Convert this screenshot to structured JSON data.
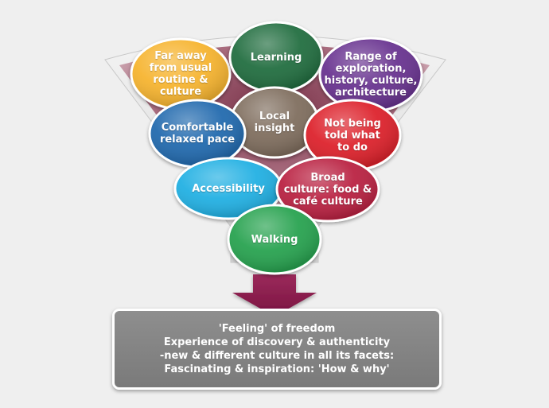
{
  "colors": {
    "background": "#efefef",
    "funnel_outer": "#dcdcdc",
    "funnel_inner": "#a06273",
    "arrow": "#8c1d4e",
    "box": "#858585"
  },
  "bubbles": [
    {
      "id": "far-away",
      "label": "Far away\nfrom usual\nroutine &\nculture",
      "color": "#f6b22c"
    },
    {
      "id": "learning",
      "label": "Learning",
      "color": "#1f6a3a"
    },
    {
      "id": "range",
      "label": "Range of\nexploration,\nhistory, culture,\narchitecture",
      "color": "#652d8d"
    },
    {
      "id": "local-insight",
      "label": "Local\ninsight",
      "color": "#7b6a5a"
    },
    {
      "id": "comfortable",
      "label": "Comfortable\nrelaxed pace",
      "color": "#1a66ac"
    },
    {
      "id": "not-told",
      "label": "Not being\ntold what\nto do",
      "color": "#dc1f26"
    },
    {
      "id": "accessibility",
      "label": "Accessibility",
      "color": "#1aaee2"
    },
    {
      "id": "broad-culture",
      "label": "Broad\nculture: food &\ncafé culture",
      "color": "#b81d3e"
    },
    {
      "id": "walking",
      "label": "Walking",
      "color": "#21a04c"
    }
  ],
  "outcome": {
    "lines": [
      "'Feeling' of freedom",
      "Experience of discovery & authenticity",
      "-new & different culture in all its facets:",
      "Fascinating & inspiration: 'How & why'"
    ]
  }
}
